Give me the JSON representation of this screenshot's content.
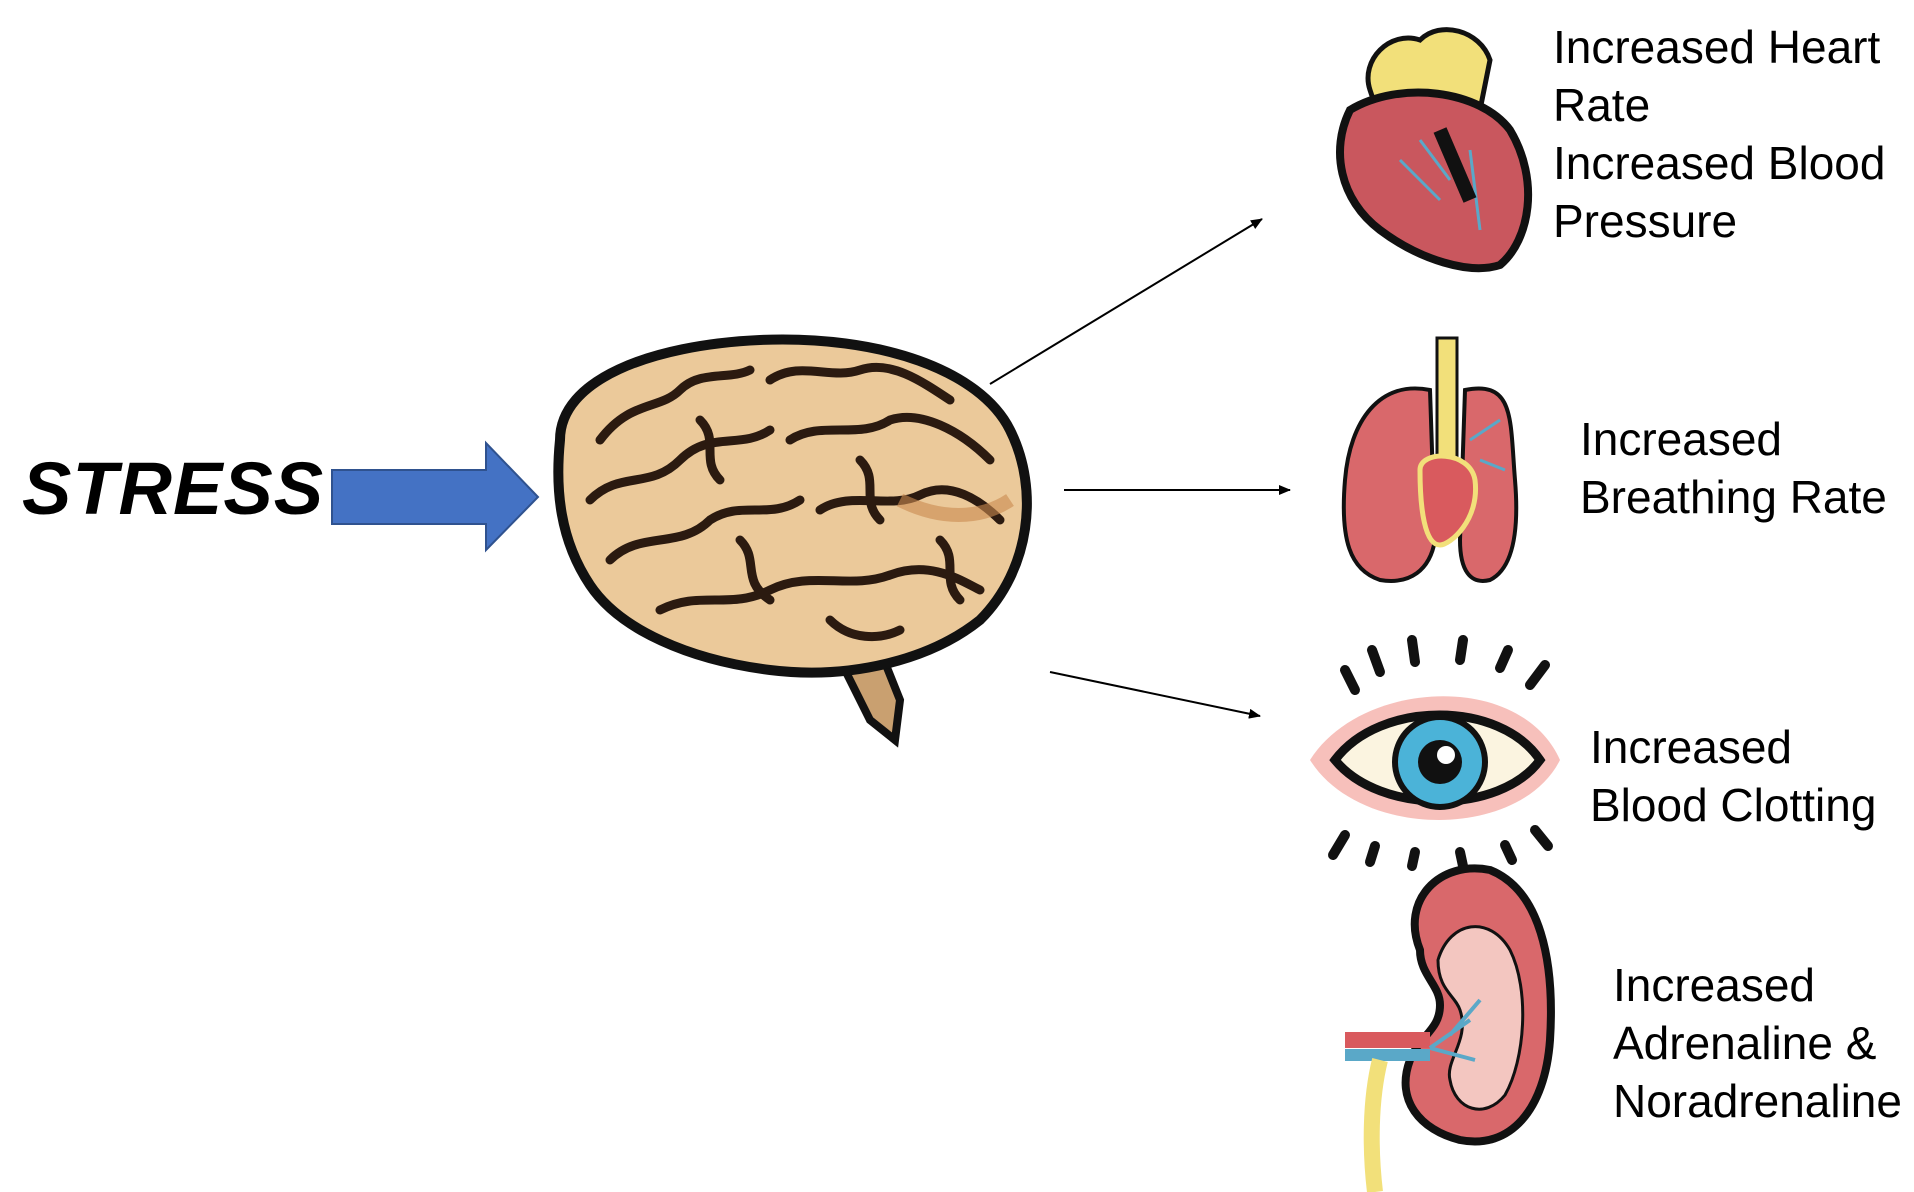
{
  "diagram": {
    "cause": "STRESS",
    "center": "brain-icon",
    "effects": [
      {
        "id": "heart",
        "icon": "heart-icon",
        "lines": [
          "Increased Heart",
          "Rate",
          "Increased Blood",
          "Pressure"
        ]
      },
      {
        "id": "lungs",
        "icon": "lungs-icon",
        "lines": [
          "Increased",
          "Breathing Rate"
        ]
      },
      {
        "id": "eye",
        "icon": "eye-icon",
        "lines": [
          "Increased",
          "Blood Clotting"
        ]
      },
      {
        "id": "kidney",
        "icon": "kidney-icon",
        "lines": [
          "Increased",
          "Adrenaline &",
          "Noradrenaline"
        ]
      }
    ],
    "colors": {
      "arrow_fill": "#4472C4",
      "arrow_stroke": "#2F528F",
      "brain": "#EBC99A",
      "organ_red": "#D9686B",
      "eye_blue": "#4BB3D8"
    }
  }
}
